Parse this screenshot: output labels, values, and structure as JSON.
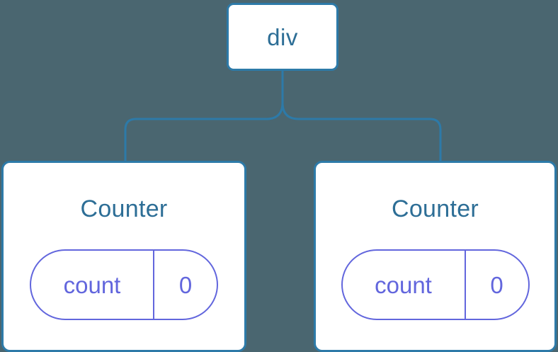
{
  "diagram": {
    "type": "component-tree",
    "background_color": "#4a6670",
    "node_border_color": "#2d7aa8",
    "node_text_color": "#2d6e96",
    "state_color": "#6266dd",
    "connector_color": "#2d7aa8",
    "root": {
      "label": "div"
    },
    "children": [
      {
        "title": "Counter",
        "state": {
          "key": "count",
          "value": "0"
        }
      },
      {
        "title": "Counter",
        "state": {
          "key": "count",
          "value": "0"
        }
      }
    ]
  }
}
